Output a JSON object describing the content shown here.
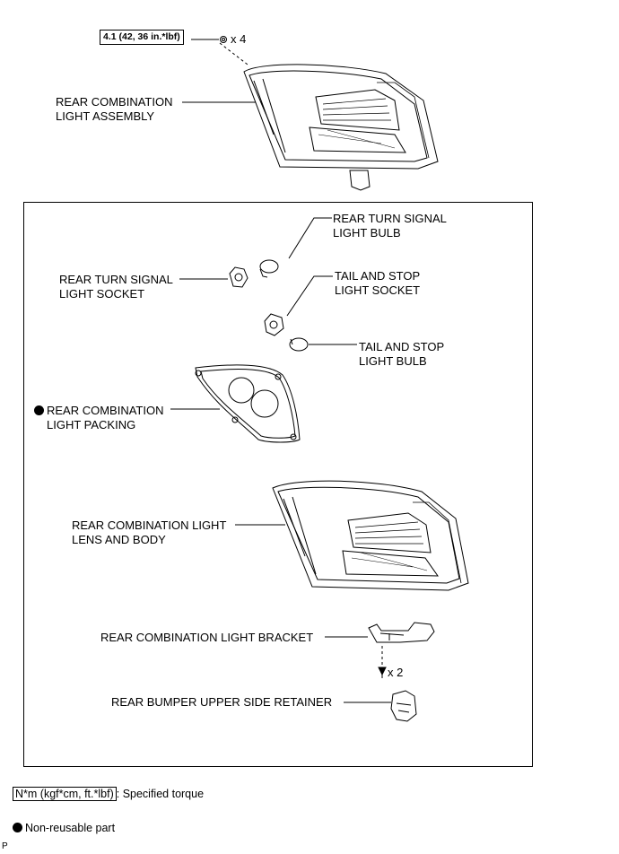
{
  "top": {
    "torque_spec": "4.1 (42, 36 in.*lbf)",
    "qty_nut": "x 4"
  },
  "parts": {
    "assembly": [
      "REAR COMBINATION",
      "LIGHT ASSEMBLY"
    ],
    "turn_bulb": [
      "REAR TURN SIGNAL",
      "LIGHT BULB"
    ],
    "turn_socket": [
      "REAR TURN SIGNAL",
      "LIGHT SOCKET"
    ],
    "tail_socket": [
      "TAIL AND STOP",
      "LIGHT SOCKET"
    ],
    "tail_bulb": [
      "TAIL AND STOP",
      "LIGHT BULB"
    ],
    "packing": [
      "REAR COMBINATION",
      "LIGHT PACKING"
    ],
    "lens_body": [
      "REAR COMBINATION LIGHT",
      "LENS AND BODY"
    ],
    "bracket": "REAR COMBINATION LIGHT BRACKET",
    "qty_screw": "x 2",
    "retainer": "REAR BUMPER UPPER SIDE RETAINER"
  },
  "legend": {
    "torque_units": "N*m (kgf*cm, ft.*lbf)",
    "torque_desc": ": Specified torque",
    "nonreusable": "Non-reusable part"
  },
  "footer_mark": "P"
}
